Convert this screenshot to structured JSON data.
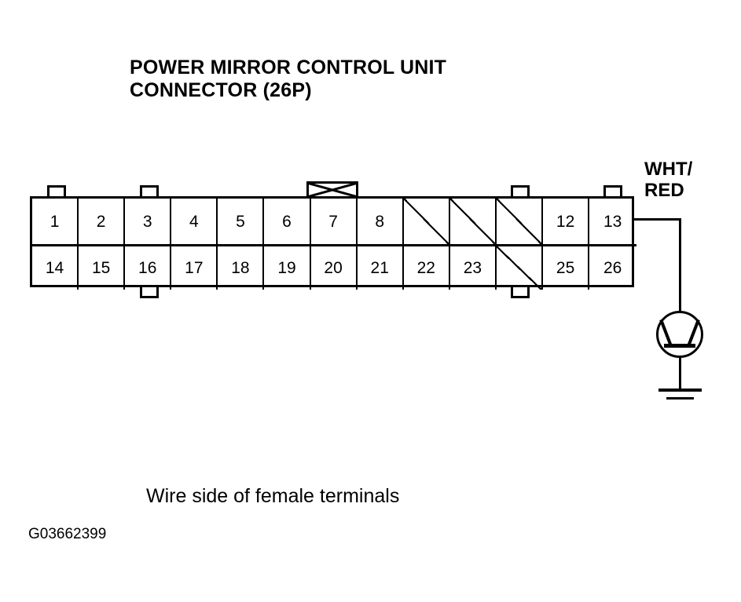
{
  "title": {
    "line1": "POWER MIRROR CONTROL UNIT",
    "line2": "CONNECTOR (26P)"
  },
  "connector": {
    "name": "Power Mirror Control Unit Connector",
    "pin_count": "26P",
    "rows": [
      {
        "name": "top-row",
        "cells": [
          {
            "label": "1",
            "blank": false
          },
          {
            "label": "2",
            "blank": false
          },
          {
            "label": "3",
            "blank": false
          },
          {
            "label": "4",
            "blank": false
          },
          {
            "label": "5",
            "blank": false
          },
          {
            "label": "6",
            "blank": false
          },
          {
            "label": "7",
            "blank": false
          },
          {
            "label": "8",
            "blank": false
          },
          {
            "label": "",
            "blank": true
          },
          {
            "label": "",
            "blank": true
          },
          {
            "label": "",
            "blank": true
          },
          {
            "label": "12",
            "blank": false
          },
          {
            "label": "13",
            "blank": false
          }
        ]
      },
      {
        "name": "bottom-row",
        "cells": [
          {
            "label": "14",
            "blank": false
          },
          {
            "label": "15",
            "blank": false
          },
          {
            "label": "16",
            "blank": false
          },
          {
            "label": "17",
            "blank": false
          },
          {
            "label": "18",
            "blank": false
          },
          {
            "label": "19",
            "blank": false
          },
          {
            "label": "20",
            "blank": false
          },
          {
            "label": "21",
            "blank": false
          },
          {
            "label": "22",
            "blank": false
          },
          {
            "label": "23",
            "blank": false
          },
          {
            "label": "",
            "blank": true
          },
          {
            "label": "25",
            "blank": false
          },
          {
            "label": "26",
            "blank": false
          }
        ]
      }
    ]
  },
  "circuit": {
    "wire_color_line1": "WHT/",
    "wire_color_line2": "RED",
    "bulb_symbol": "test-bulb-icon",
    "ground_symbol": "ground-icon"
  },
  "caption": "Wire side of female terminals",
  "image_code": "G03662399",
  "colors": {
    "ink": "#000000",
    "background": "#ffffff"
  }
}
